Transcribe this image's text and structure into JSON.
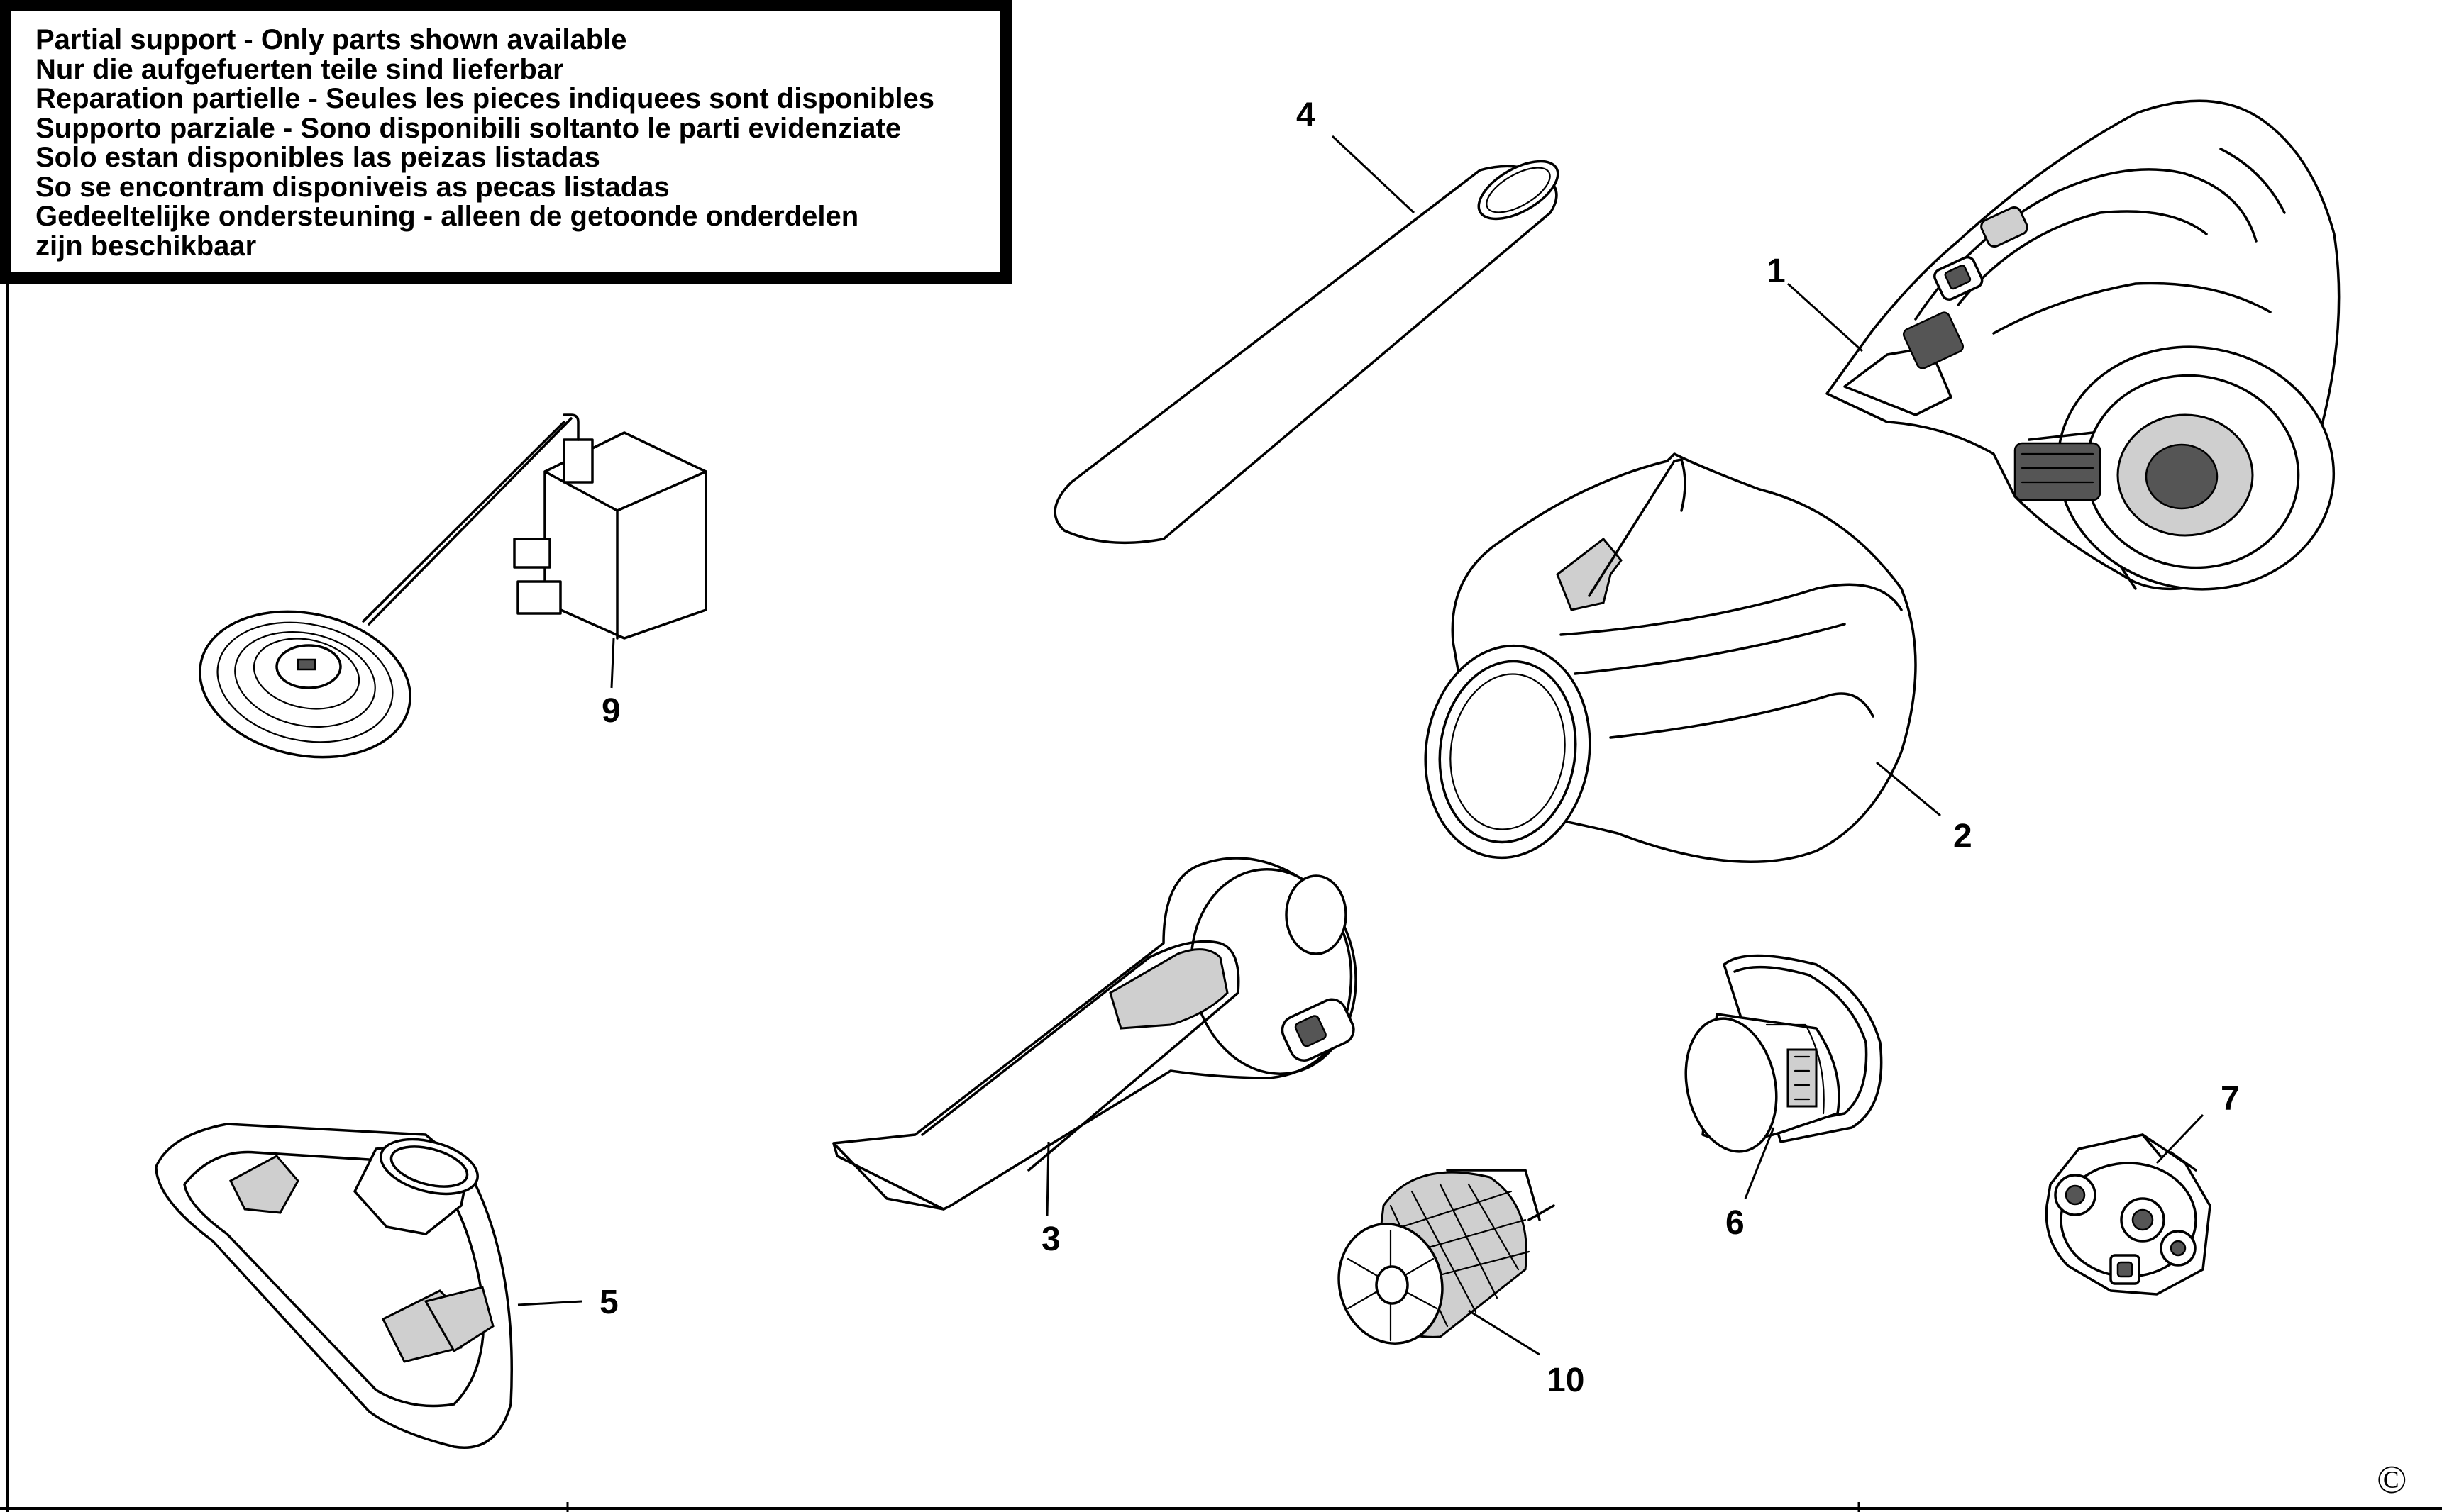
{
  "notice": {
    "lines": [
      "Partial support - Only parts shown available",
      "Nur die aufgefuerten teile sind lieferbar",
      "Reparation partielle - Seules les pieces indiquees sont disponibles",
      "Supporto parziale - Sono disponibili soltanto le parti evidenziate",
      "Solo estan disponibles las peizas listadas",
      "So se encontram disponiveis as pecas listadas",
      "Gedeeltelijke ondersteuning - alleen de getoonde onderdelen",
      "zijn beschikbaar"
    ]
  },
  "parts": [
    {
      "number": "1",
      "icon": "vacuum-body-icon"
    },
    {
      "number": "2",
      "icon": "dust-bowl-icon"
    },
    {
      "number": "3",
      "icon": "crevice-nozzle-icon"
    },
    {
      "number": "4",
      "icon": "extension-tube-icon"
    },
    {
      "number": "5",
      "icon": "floor-brush-icon"
    },
    {
      "number": "6",
      "icon": "filter-cone-icon"
    },
    {
      "number": "7",
      "icon": "motor-fan-icon"
    },
    {
      "number": "9",
      "icon": "charger-adapter-icon"
    },
    {
      "number": "10",
      "icon": "filter-mesh-icon"
    }
  ],
  "copyright_symbol": "©"
}
